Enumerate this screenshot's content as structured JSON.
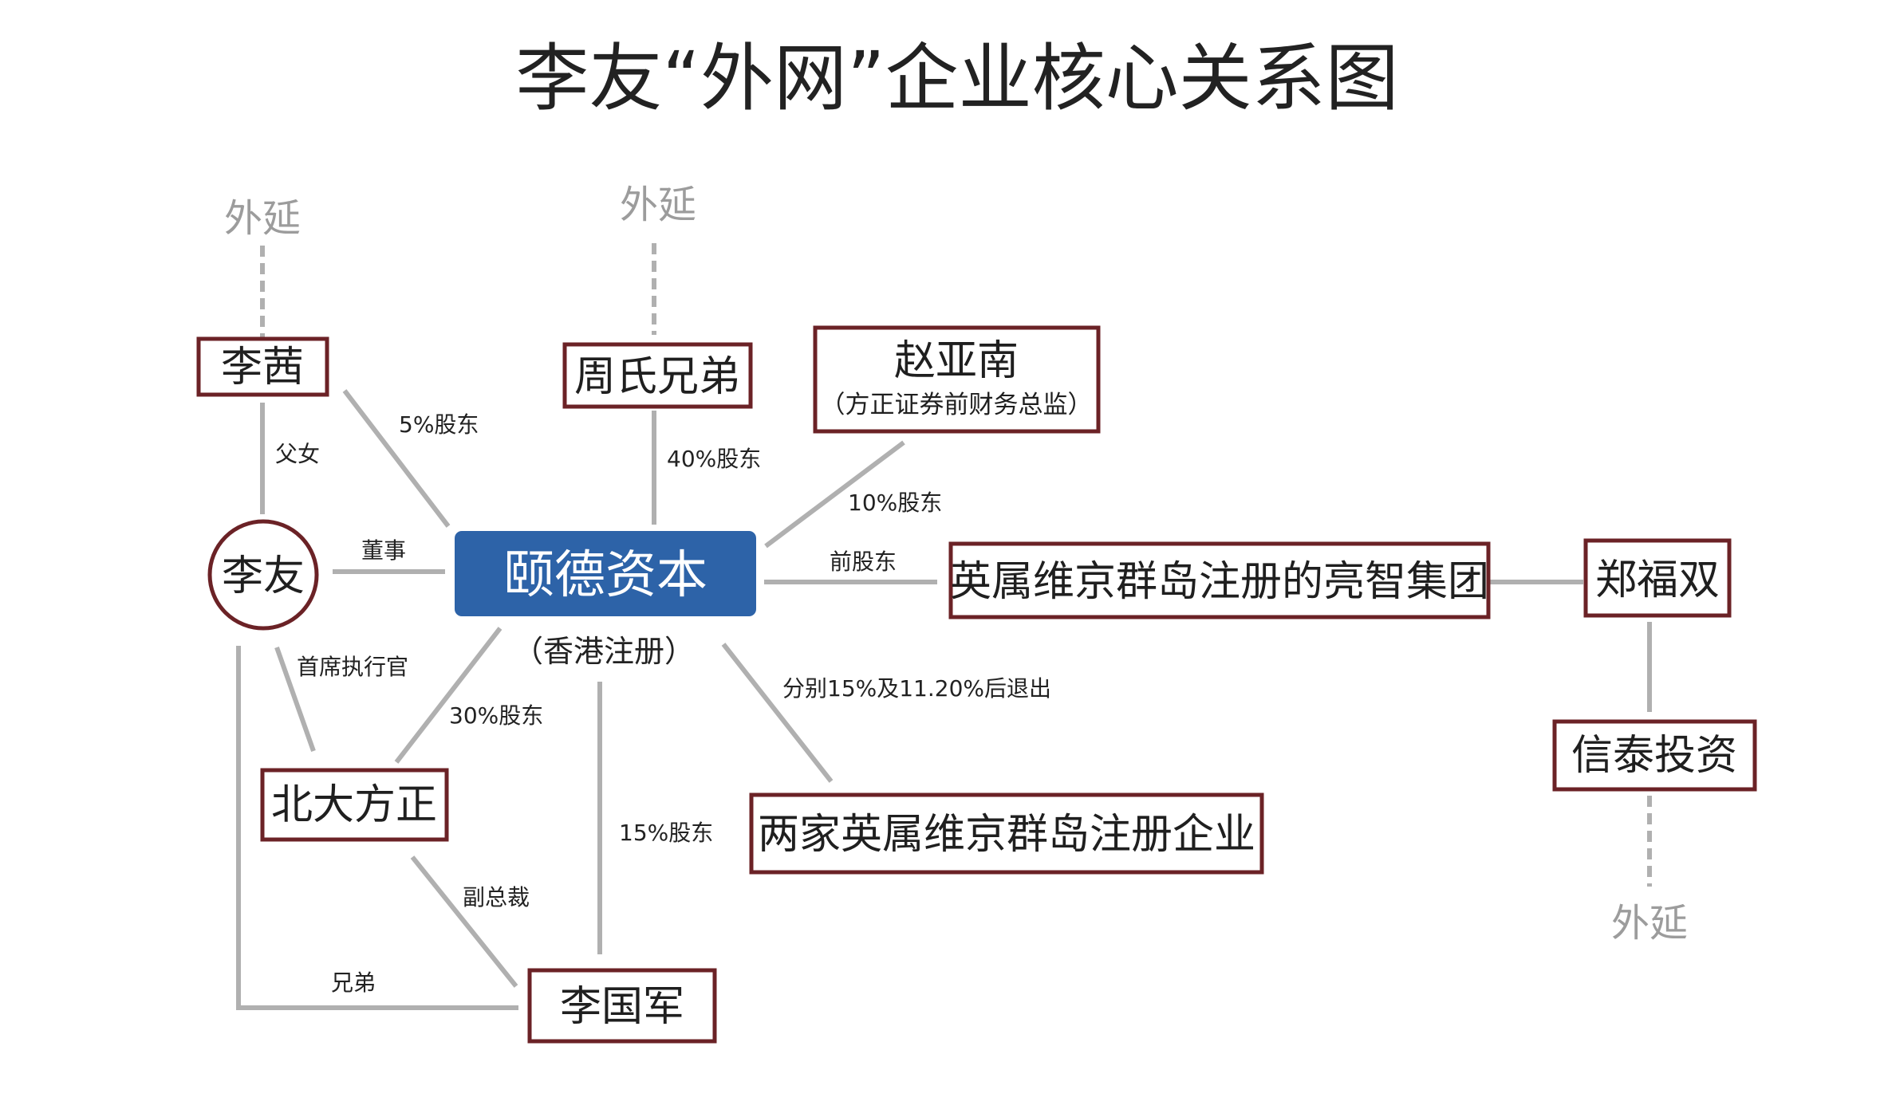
{
  "title": "李友“外网”企业核心关系图",
  "nodes": {
    "li_qian": "李茜",
    "zhou_brothers": "周氏兄弟",
    "zhao_yanan": "赵亚南",
    "zhao_yanan_note": "（方正证券前财务总监）",
    "li_you": "李友",
    "yide_capital": "颐德资本",
    "yide_capital_note": "（香港注册）",
    "liangzhi_group": "英属维京群岛注册的亮智集团",
    "zheng_fushuang": "郑福双",
    "xintai_investment": "信泰投资",
    "peking_founder": "北大方正",
    "two_bvi_companies": "两家英属维京群岛注册企业",
    "li_guojun": "李国军"
  },
  "edges": {
    "liqian_liyou": "父女",
    "liqian_yide": "5%股东",
    "zhou_yide": "40%股东",
    "zhao_yide": "10%股东",
    "liyou_yide": "董事",
    "yide_liangzhi": "前股东",
    "liyou_founder": "首席执行官",
    "yide_founder": "30%股东",
    "yide_bvi": "分别15%及11.20%后退出",
    "yide_liguojun": "15%股东",
    "founder_liguojun": "副总裁",
    "liyou_liguojun": "兄弟"
  },
  "extensions": {
    "li_qian": "外延",
    "zhou_brothers": "外延",
    "xintai_investment": "外延"
  },
  "colors": {
    "box_border": "#6b2226",
    "center_fill": "#2d63a8",
    "line": "#b0b0b0",
    "extension_text": "#9c9c9c"
  }
}
